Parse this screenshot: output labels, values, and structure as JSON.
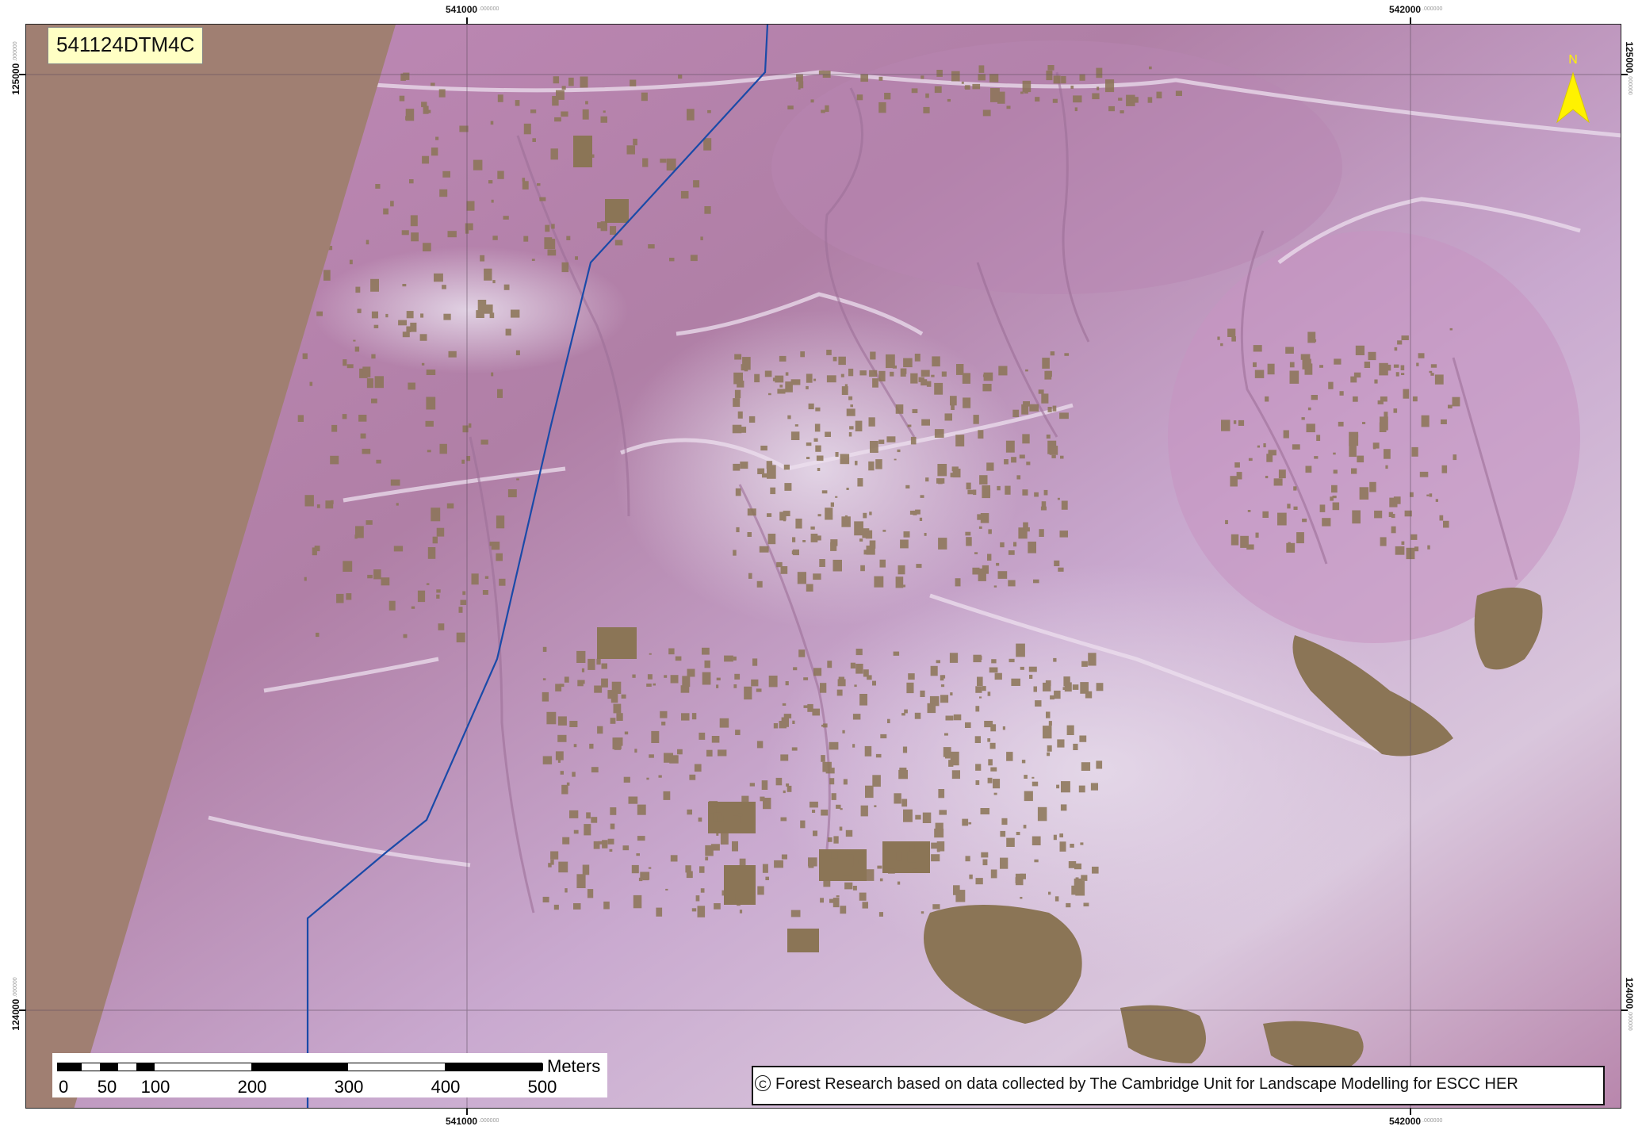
{
  "map": {
    "tile_id": "541124DTM4C",
    "north_label": "N",
    "colors": {
      "outside_coverage": "#a07f72",
      "terrain_base": "#b07fa6",
      "terrain_highlight": "#e0d0e4",
      "vegetation_patch": "#8b7556",
      "boundary_line": "#1a4aa8",
      "north_arrow": "#fff200"
    },
    "grid": {
      "easting_top_left": "541000",
      "easting_top_right": "542000",
      "easting_bottom_left": "541000",
      "easting_bottom_right": "542000",
      "easting_suffix": ".000000",
      "northing_upper_left": "125000",
      "northing_upper_right": "125000",
      "northing_lower_left": "124000",
      "northing_lower_right": "124000",
      "northing_suffix": ".000000"
    },
    "scale_bar": {
      "unit": "Meters",
      "labels": [
        "0",
        "50",
        "100",
        "200",
        "300",
        "400",
        "500"
      ]
    },
    "credit": {
      "symbol": "C",
      "text": "Forest Research based on data collected by The Cambridge Unit for Landscape Modelling for ESCC HER"
    }
  }
}
